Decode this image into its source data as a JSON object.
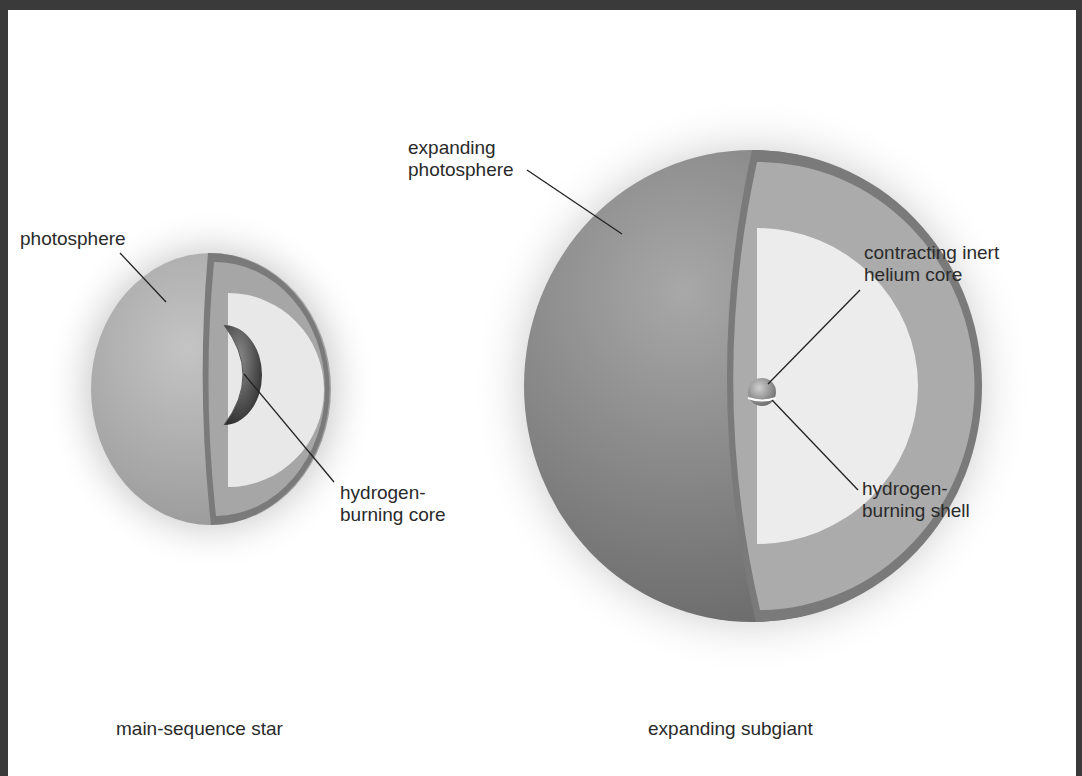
{
  "diagram": {
    "labels": [
      "photosphere",
      "hydrogen- burning core",
      "expanding photosphere",
      "contracting inert helium core",
      "hydrogen- burning shell",
      "main-sequence star",
      "expanding subgiant"
    ]
  }
}
